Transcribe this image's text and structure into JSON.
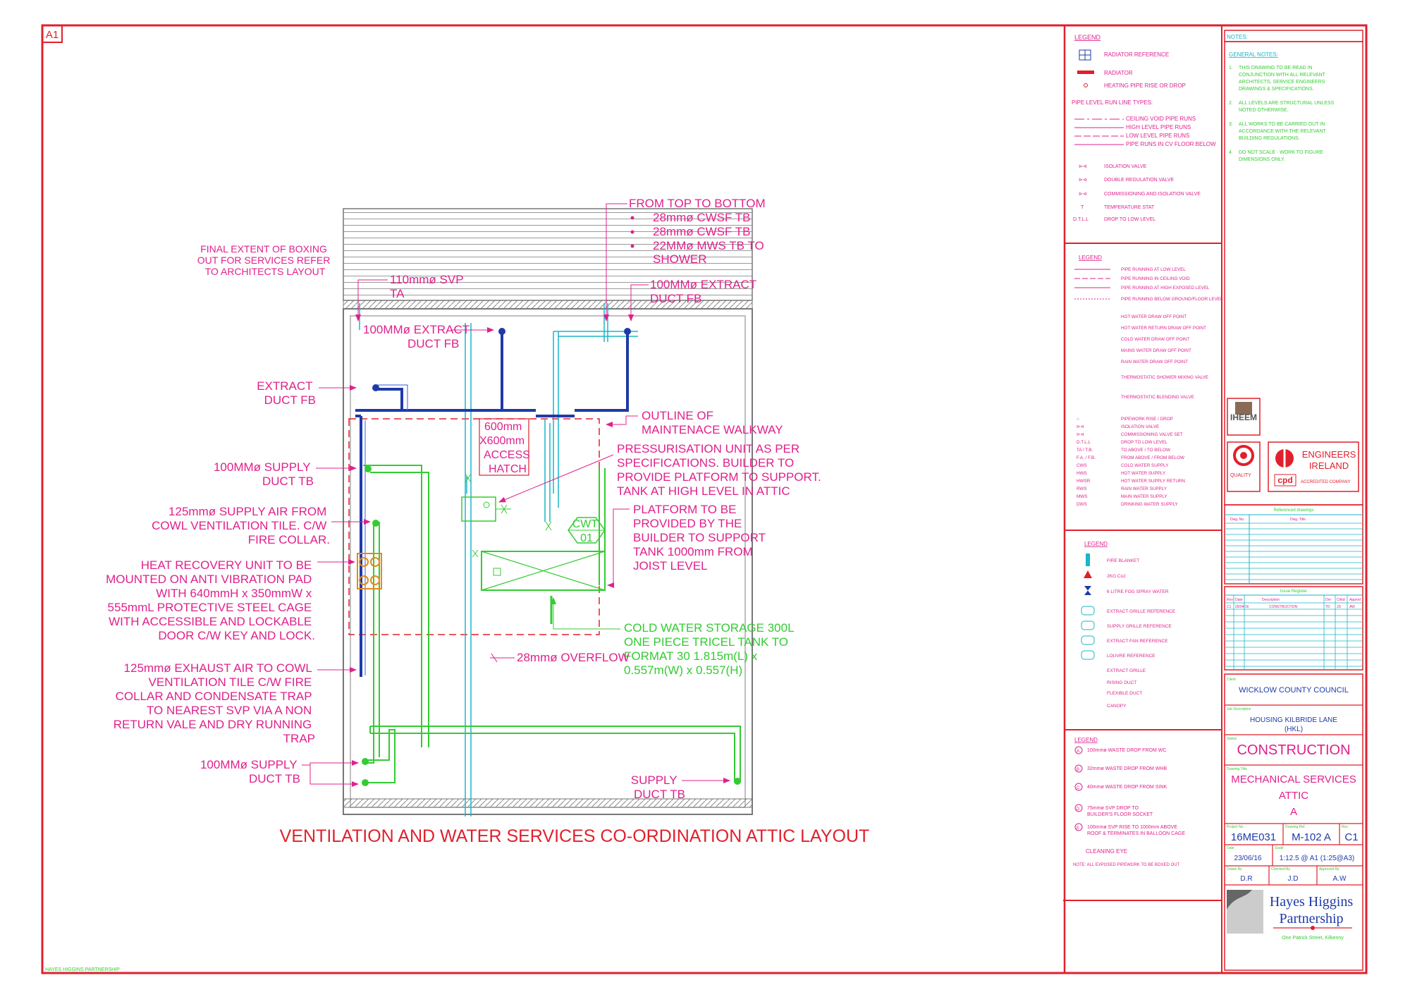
{
  "sheet": {
    "size_tag": "A1",
    "main_title": "VENTILATION AND WATER SERVICES CO-ORDINATION ATTIC LAYOUT",
    "footer_credit": "HAYES HIGGINS PARTNERSHIP"
  },
  "colors": {
    "border": "#e0202c",
    "annotation": "#e0208c",
    "supply_duct": "#33cc33",
    "extract_duct": "#1e3aa8",
    "water_pipe": "#18b6c8",
    "hru": "#e08a20"
  },
  "annotations": {
    "boxing_note": [
      "FINAL EXTENT OF BOXING",
      "OUT FOR SERVICES REFER",
      "TO ARCHITECTS LAYOUT"
    ],
    "svp": [
      "110mmø SVP",
      "TA"
    ],
    "top_pipes": [
      "FROM TOP TO BOTTOM",
      "28mmø CWSF TB",
      "28mmø CWSF TB",
      "22MMø MWS TB TO",
      "SHOWER"
    ],
    "extract_top_right": [
      "100MMø EXTRACT",
      "DUCT FB"
    ],
    "extract_inner": [
      "100MMø EXTRACT",
      "DUCT FB"
    ],
    "extract_left": [
      "EXTRACT",
      "DUCT FB"
    ],
    "outline": [
      "OUTLINE OF",
      "MAINTENACE WALKWAY"
    ],
    "hatch": [
      "600mm",
      "X600mm",
      "ACCESS",
      "HATCH"
    ],
    "pressurisation": [
      "PRESSURISATION UNIT AS PER",
      "SPECIFICATIONS. BUILDER TO",
      "PROVIDE PLATFORM TO SUPPORT.",
      "TANK AT HIGH LEVEL IN ATTIC"
    ],
    "supply_left": [
      "100MMø SUPPLY",
      "DUCT TB"
    ],
    "supply_air": [
      "125mmø SUPPLY AIR FROM",
      "COWL VENTILATION TILE. C/W",
      "FIRE COLLAR."
    ],
    "platform": [
      "PLATFORM TO BE",
      "PROVIDED BY THE",
      "BUILDER TO SUPPORT",
      "TANK 1000mm FROM",
      "JOIST LEVEL"
    ],
    "cwt": [
      "CWT",
      "01"
    ],
    "hru": [
      "HEAT RECOVERY UNIT TO BE",
      "MOUNTED ON ANTI VIBRATION PAD",
      "WITH 640mmH x 350mmW  x",
      "555mmL PROTECTIVE STEEL CAGE",
      "WITH ACCESSIBLE AND LOCKABLE",
      "DOOR C/W KEY AND LOCK."
    ],
    "cold_water": [
      "COLD WATER STORAGE 300L",
      "ONE PIECE TRICEL TANK TO",
      "FORMAT 30 1.815m(L) x",
      "0.557m(W) x 0.557(H)"
    ],
    "overflow": "28mmø OVERFLOW",
    "exhaust": [
      "125mmø EXHAUST AIR TO COWL",
      "VENTILATION TILE C/W FIRE",
      "COLLAR AND CONDENSATE TRAP",
      "TO NEAREST SVP VIA A NON",
      "RETURN VALE AND DRY RUNNING",
      "TRAP"
    ],
    "supply_bottom_left": [
      "100MMø SUPPLY",
      "DUCT TB"
    ],
    "supply_bottom_right": [
      "SUPPLY",
      "DUCT TB"
    ]
  },
  "legend1": {
    "title": "LEGEND",
    "items": [
      "RADIATOR REFERENCE",
      "RADIATOR",
      "HEATING PIPE RISE OR DROP"
    ],
    "pipe_title": "PIPE LEVEL RUN LINE TYPES:",
    "pipe_items": [
      "CEILING VOID PIPE RUNS",
      "HIGH LEVEL PIPE RUNS",
      "LOW LEVEL PIPE RUNS",
      "PIPE RUNS IN CV FLOOR BELOW"
    ],
    "valve_items": [
      {
        "sym": "⊳⊲",
        "label": "ISOLATION VALVE"
      },
      {
        "sym": "⊳⊲",
        "label": "DOUBLE REGULATION VALVE"
      },
      {
        "sym": "⊳⊲",
        "label": "COMMISSIONING AND ISOLATION VALVE"
      },
      {
        "sym": "T",
        "label": "TEMPERATURE STAT"
      },
      {
        "sym": "D.T.L.L",
        "label": "DROP TO LOW LEVEL"
      }
    ]
  },
  "legend2": {
    "title": "LEGEND",
    "items": [
      {
        "sym": "",
        "label": "PIPE RUNNING AT LOW LEVEL"
      },
      {
        "sym": "",
        "label": "PIPE RUNNING IN CEILING VOID"
      },
      {
        "sym": "",
        "label": "PIPE RUNNING AT HIGH EXPOSED LEVEL"
      },
      {
        "sym": "",
        "label": "PIPE RUNNING BELOW GROUND/FLOOR LEVEL"
      },
      {
        "sym": "",
        "label": "HOT WATER DRAW OFF POINT"
      },
      {
        "sym": "",
        "label": "HOT WATER RETURN DRAW OFF POINT"
      },
      {
        "sym": "",
        "label": "COLD WATER DRAW OFF POINT"
      },
      {
        "sym": "",
        "label": "MAINS WATER DRAW OFF POINT"
      },
      {
        "sym": "",
        "label": "RAIN WATER DRAW OFF POINT"
      },
      {
        "sym": "",
        "label": "THERMOSTATIC SHOWER MIXING VALVE"
      },
      {
        "sym": "",
        "label": "THERMOSTATIC BLENDING VALVE"
      },
      {
        "sym": "○",
        "label": "PIPEWORK RISE / DROP"
      },
      {
        "sym": "⊳⊲",
        "label": "ISOLATION VALVE"
      },
      {
        "sym": "⊳⊲",
        "label": "COMMISSIONING VALVE SET"
      },
      {
        "sym": "D.T.L.L",
        "label": "DROP TO LOW LEVEL"
      },
      {
        "sym": "TA / T.B.",
        "label": "TO ABOVE / TO BELOW"
      },
      {
        "sym": "F.A. / F.B.",
        "label": "FROM ABOVE / FROM BELOW"
      },
      {
        "sym": "CWS",
        "label": "COLD WATER SUPPLY"
      },
      {
        "sym": "HWS",
        "label": "HOT WATER SUPPLY"
      },
      {
        "sym": "HWSR",
        "label": "HOT WATER SUPPLY RETURN"
      },
      {
        "sym": "RWS",
        "label": "RAIN WATER SUPPLY"
      },
      {
        "sym": "MWS",
        "label": "MAIN WATER SUPPLY"
      },
      {
        "sym": "DWS",
        "label": "DRINKING WATER SUPPLY"
      }
    ]
  },
  "legend3": {
    "title": "LEGEND",
    "items": [
      "FIRE BLANKET",
      "2KG Co2",
      "6 LITRE FOG SPRAY WATER",
      "EXTRACT GRILLE REFERENCE",
      "SUPPLY GRILLE REFERENCE",
      "EXTRACT FAN REFERENCE",
      "LOUVRE REFERENCE",
      "EXTRACT GRILLE",
      "RISING DUCT",
      "FLEXIBLE DUCT",
      "CANOPY"
    ]
  },
  "legend4": {
    "title": "LEGEND",
    "items": [
      {
        "sym": "A",
        "label": "100mmø WASTE DROP FROM WC"
      },
      {
        "sym": "B",
        "label": "32mmø WASTE DROP FROM WHB"
      },
      {
        "sym": "C",
        "label": "40mmø WASTE DROP FROM SINK"
      },
      {
        "sym": "D",
        "label": "75mmø SVP DROP TO BUILDER'S FLOOR SOCKET"
      },
      {
        "sym": "E",
        "label": "100mmø SVP RISE TO 1000mm ABOVE ROOF & TERMINATES IN BALLOON CAGE"
      }
    ],
    "cleaning_eye": "CLEANING EYE",
    "note": "NOTE: ALL EXPOSED PIPEWORK TO BE BOXED OUT"
  },
  "notes": {
    "title": "NOTES:",
    "subtitle": "GENERAL NOTES:",
    "items": [
      "THIS DRAWING TO BE READ IN CONJUNCTION WITH ALL RELEVANT ARCHITECTS, SERVICE ENGINEERS DRAWINGS & SPECIFICATIONS.",
      "ALL LEVELS ARE STRUCTURAL UNLESS NOTED OTHERWISE.",
      "ALL WORKS TO BE CARRIED OUT IN ACCORDANCE WITH THE RELEVANT BUILDING REGULATIONS.",
      "DO NOT SCALE - WORK TO FIGURE DIMENSIONS ONLY."
    ]
  },
  "logos": {
    "iheem": "IHEEM",
    "engineers": [
      "ENGINEERS",
      "IRELAND"
    ],
    "cpd": "cpd",
    "accredited": "ACCREDITED COMPANY",
    "quality": "QUALITY"
  },
  "ref_drawings": {
    "title": "Referenced drawings",
    "col1": "Dwg. No.",
    "col2": "Dwg. Title"
  },
  "revisions": {
    "title": "Issue Register",
    "headers": [
      "Rev",
      "Date",
      "Description",
      "Drn",
      "Chkd",
      "Apprvd"
    ],
    "rows": [
      [
        "C1",
        "26/04/16",
        "CONSTRUCTION",
        "TD",
        "JD",
        "AW"
      ]
    ]
  },
  "title_block": {
    "client_label": "Client",
    "client": "WICKLOW COUNTY COUNCIL",
    "job_label": "Job Description",
    "job": [
      "HOUSING KILBRIDE LANE",
      "(HKL)"
    ],
    "status_label": "Status",
    "status": "CONSTRUCTION",
    "drawing_label": "Drawing Title",
    "drawing_title": [
      "MECHANICAL SERVICES",
      "ATTIC",
      "A"
    ],
    "project_no_label": "Project No.",
    "project_no": "16ME031",
    "drawing_no_label": "Drawing Ref.",
    "drawing_no": "M-102 A",
    "rev_label": "Rev",
    "rev": "C1",
    "date_label": "Date",
    "date": "23/06/16",
    "scale_label": "Scale",
    "scale": "1:12.5 @ A1 (1:25@A3)",
    "drawn_label": "Drawn By",
    "drawn": "D.R",
    "checked_label": "Checked By",
    "checked": "J.D",
    "approved_label": "Approved By",
    "approved": "A.W",
    "firm": [
      "Hayes Higgins",
      "Partnership"
    ],
    "firm_address": "One Patrick Street, Kilkenny"
  }
}
